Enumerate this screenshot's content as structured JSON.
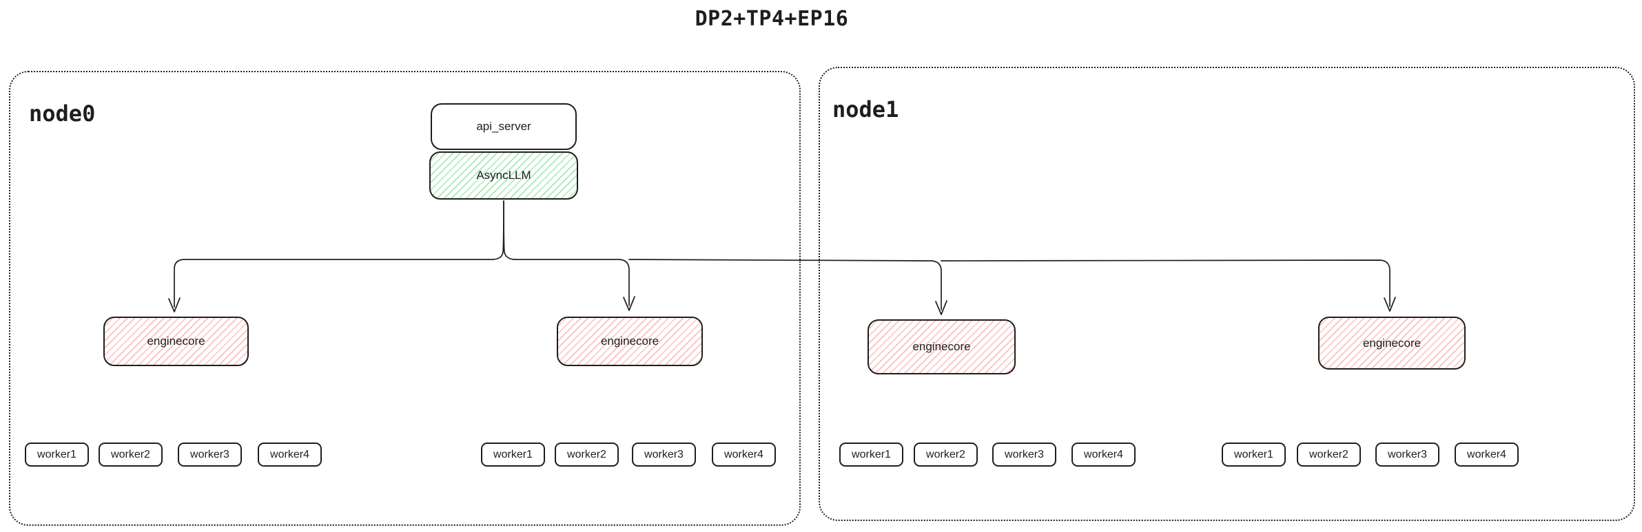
{
  "title": "DP2+TP4+EP16",
  "colors": {
    "ink": "#1e1e1e",
    "green_hatch": "#69db7c",
    "red_hatch": "#ff8787",
    "canvas": "#ffffff"
  },
  "nodes": [
    {
      "label": "node0",
      "stack": {
        "api_server": "api_server",
        "async_llm": "AsyncLLM"
      },
      "groups": [
        {
          "enginecore": "enginecore",
          "workers": [
            "worker1",
            "worker2",
            "worker3",
            "worker4"
          ]
        },
        {
          "enginecore": "enginecore",
          "workers": [
            "worker1",
            "worker2",
            "worker3",
            "worker4"
          ]
        }
      ]
    },
    {
      "label": "node1",
      "groups": [
        {
          "enginecore": "enginecore",
          "workers": [
            "worker1",
            "worker2",
            "worker3",
            "worker4"
          ]
        },
        {
          "enginecore": "enginecore",
          "workers": [
            "worker1",
            "worker2",
            "worker3",
            "worker4"
          ]
        }
      ]
    }
  ],
  "edges": [
    {
      "from": "AsyncLLM",
      "to": "node0 enginecore 1",
      "style": "arrow"
    },
    {
      "from": "AsyncLLM",
      "to": "node0 enginecore 2",
      "style": "arrow"
    },
    {
      "from": "AsyncLLM",
      "to": "node1 enginecore 1",
      "style": "arrow"
    },
    {
      "from": "AsyncLLM",
      "to": "node1 enginecore 2",
      "style": "arrow"
    }
  ]
}
